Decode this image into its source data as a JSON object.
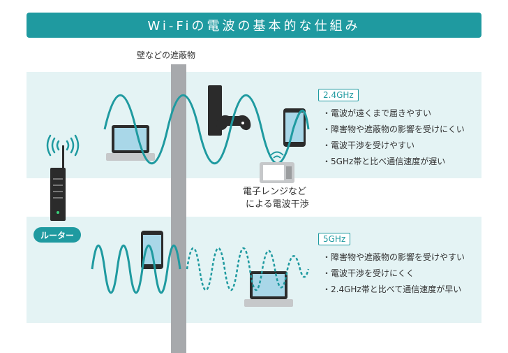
{
  "title": "Wi-Fiの電波の基本的な仕組み",
  "wall_label": "壁などの遮蔽物",
  "microwave_label_line1": "電子レンジなど",
  "microwave_label_line2": "による電波干渉",
  "router_label": "ルーター",
  "band_24": {
    "name": "2.4GHz",
    "bullets": [
      "・電波が遠くまで届きやすい",
      "・障害物や遮蔽物の影響を受けにくい",
      "・電波干渉を受けやすい",
      "・5GHz帯と比べ通信速度が遅い"
    ]
  },
  "band_5": {
    "name": "5GHz",
    "bullets": [
      "・障害物や遮蔽物の影響を受けやすい",
      "・電波干渉を受けにくく",
      "・2.4GHz帯と比べて通信速度が早い"
    ]
  },
  "colors": {
    "accent": "#1f9aa0",
    "panel_bg": "#e4f3f4",
    "wall": "#a7a9ac",
    "device_dark": "#2b2b2b",
    "screen": "#a9d7e8"
  },
  "icons": [
    "router-icon",
    "wifi-signal-icon",
    "laptop-icon",
    "game-console-icon",
    "smartphone-icon",
    "microwave-icon"
  ]
}
